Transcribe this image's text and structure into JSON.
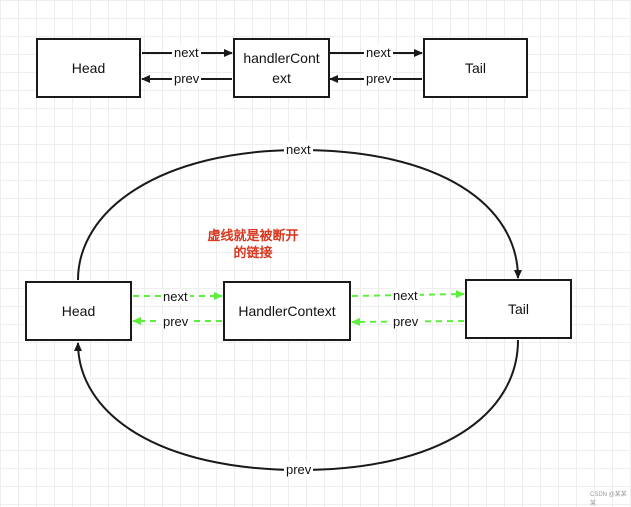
{
  "top": {
    "head": "Head",
    "middle": "handlerCont\next",
    "tail": "Tail",
    "next_left": "next",
    "prev_left": "prev",
    "next_right": "next",
    "prev_right": "prev"
  },
  "bottom": {
    "head": "Head",
    "middle": "HandlerContext",
    "tail": "Tail",
    "next_left": "next",
    "prev_left": "prev",
    "next_right": "next",
    "prev_right": "prev",
    "next_arc": "next",
    "prev_arc": "prev",
    "note": "虚线就是被断开\n的链接"
  },
  "colors": {
    "stroke": "#1a1a1a",
    "broken_link": "#5cf03c",
    "note": "#d9381e"
  },
  "watermark": "CSDN @某某某"
}
